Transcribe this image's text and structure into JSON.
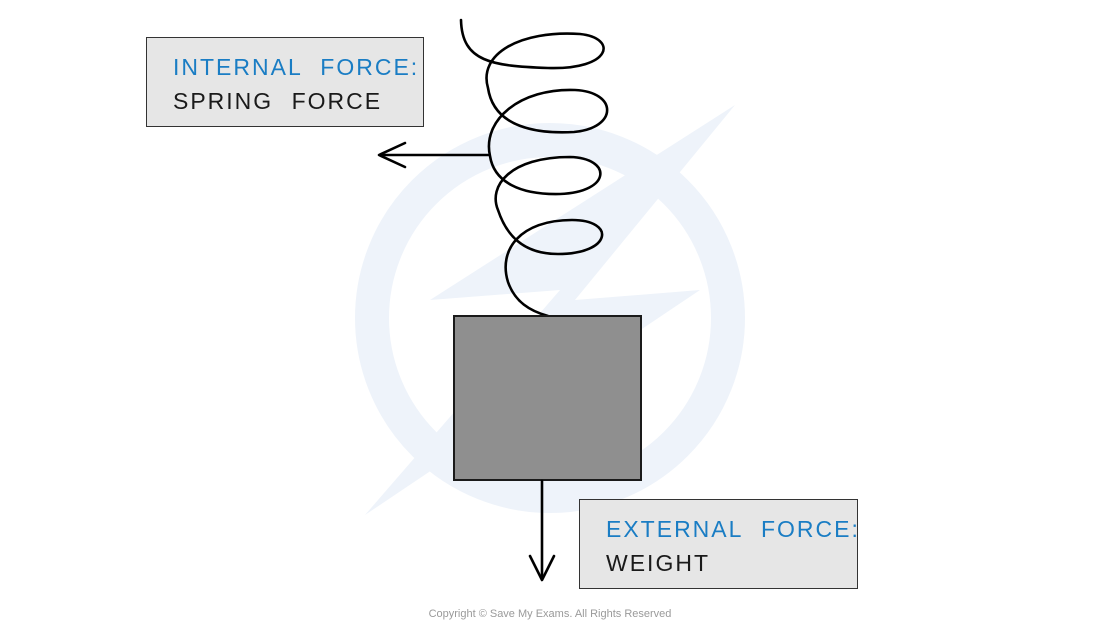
{
  "internal_force": {
    "heading": "INTERNAL FORCE:",
    "value": "SPRING FORCE"
  },
  "external_force": {
    "heading": "EXTERNAL FORCE:",
    "value": "WEIGHT"
  },
  "copyright": "Copyright © Save My Exams. All Rights Reserved",
  "colors": {
    "heading_blue": "#1a7dc4",
    "mass_fill": "#8f8f8f",
    "label_box_fill": "#e6e6e6",
    "watermark": "#eef3fa"
  }
}
